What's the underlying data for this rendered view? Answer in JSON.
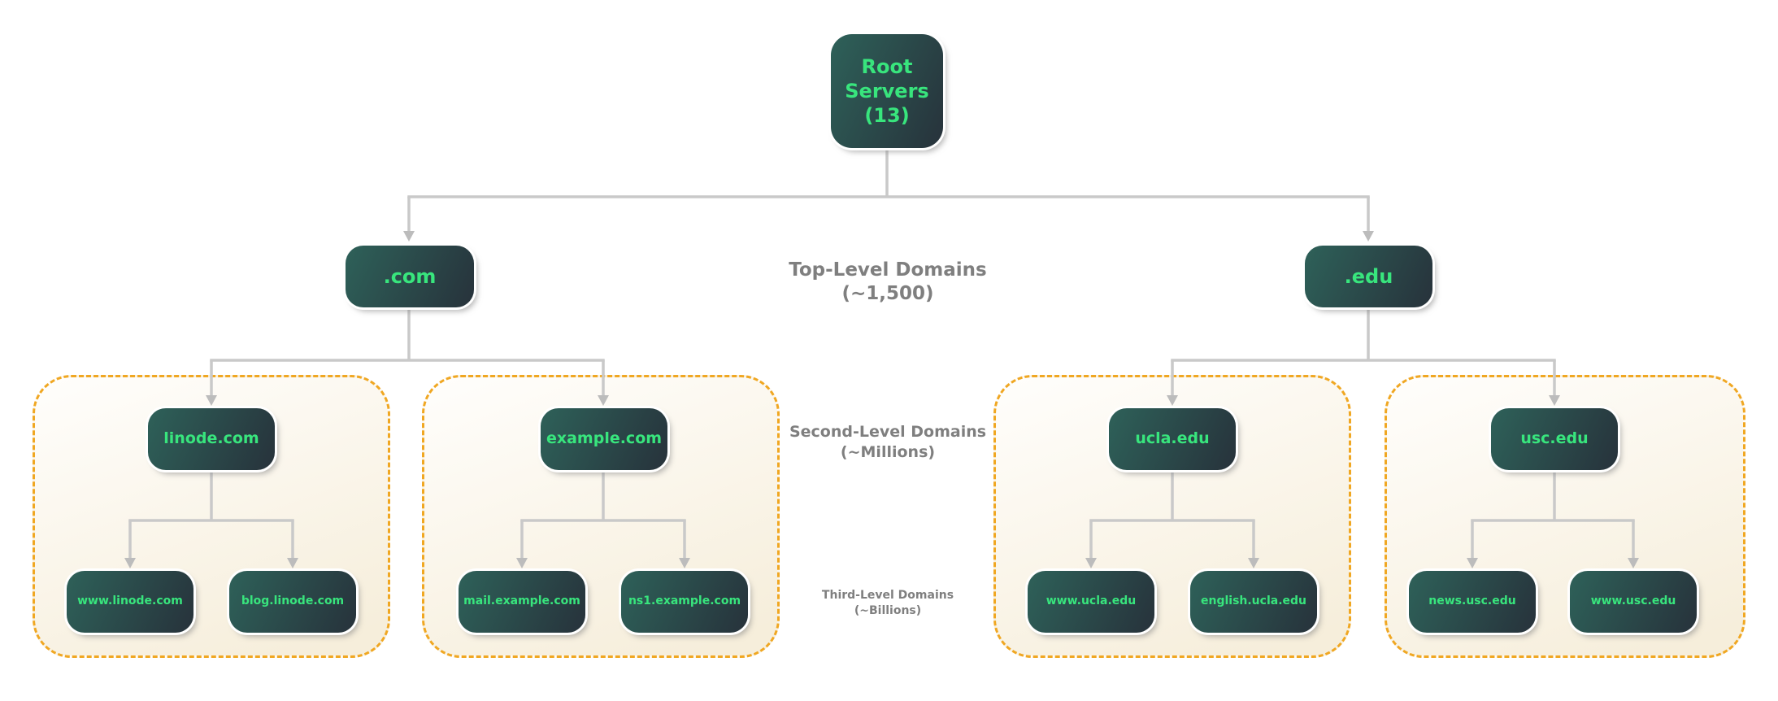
{
  "colors": {
    "node-grad-start": "#2e6159",
    "node-grad-end": "#27323b",
    "node-text": "#38e57d",
    "connector": "#c9c9c9",
    "arrowhead": "#bcbcbc",
    "zone-border": "#f0a722",
    "zone-bg-start": "#fffefc",
    "zone-bg-end": "#f6eedb",
    "level-label": "#7f7f7f",
    "page-bg": "#ffffff"
  },
  "diagram": {
    "root": {
      "label": "Root Servers (13)"
    },
    "tlds": [
      {
        "label": ".com"
      },
      {
        "label": ".edu"
      }
    ],
    "level_labels": [
      {
        "line1": "Top-Level Domains",
        "line2": "(~1,500)"
      },
      {
        "line1": "Second-Level Domains",
        "line2": "(~Millions)"
      },
      {
        "line1": "Third-Level Domains",
        "line2": "(~Billions)"
      }
    ],
    "zones": [
      {
        "sld": "linode.com",
        "children": [
          "www.linode.com",
          "blog.linode.com"
        ]
      },
      {
        "sld": "example.com",
        "children": [
          "mail.example.com",
          "ns1.example.com"
        ]
      },
      {
        "sld": "ucla.edu",
        "children": [
          "www.ucla.edu",
          "english.ucla.edu"
        ]
      },
      {
        "sld": "usc.edu",
        "children": [
          "news.usc.edu",
          "www.usc.edu"
        ]
      }
    ]
  }
}
